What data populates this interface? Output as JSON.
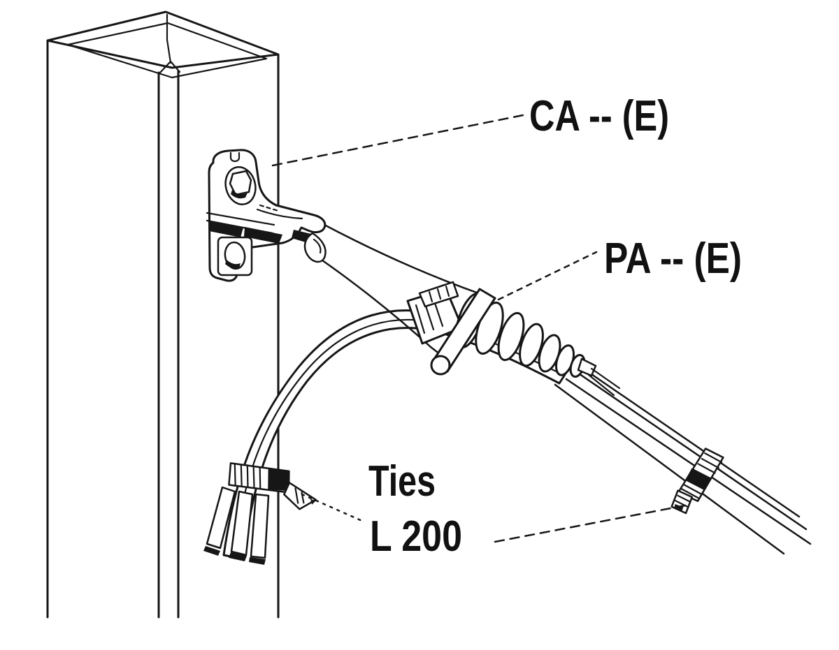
{
  "page": {
    "background": "#ffffff",
    "ink": "#161616"
  },
  "diagram": {
    "annotations": {
      "ca": {
        "label": "CA -- (E)"
      },
      "pa": {
        "label": "PA -- (E)"
      },
      "ties": {
        "line1": "Ties",
        "line2": "L 200"
      }
    }
  }
}
